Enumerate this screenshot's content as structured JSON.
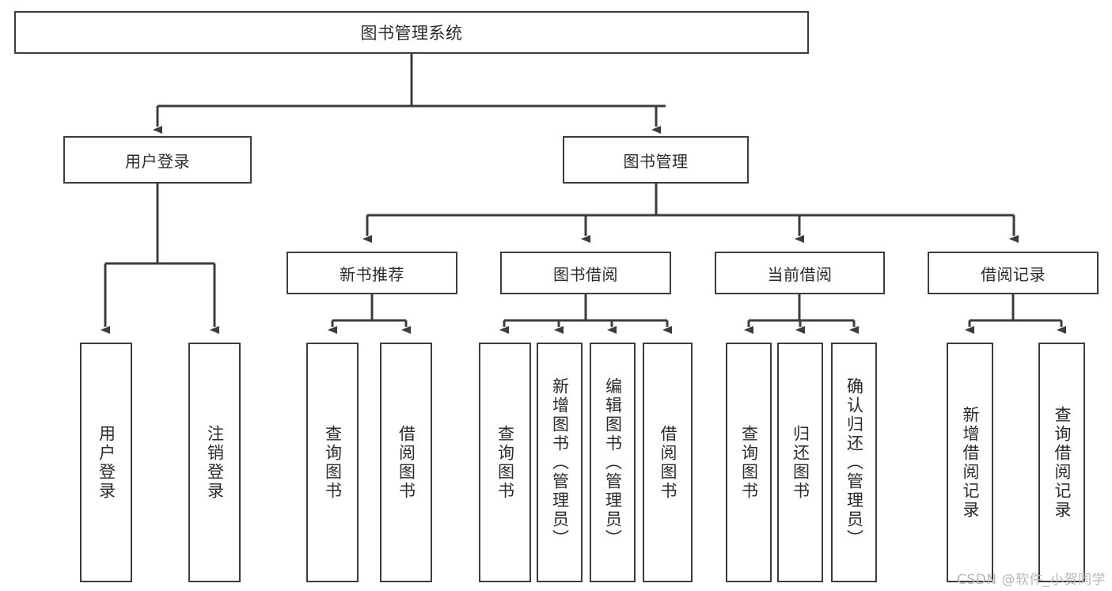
{
  "diagram": {
    "title": "图书管理系统",
    "watermark": "CSDN @软件_小贺同学",
    "accent_color": "#3c3c3c",
    "background_color": "#ffffff",
    "text_color": "#2b2b2b"
  },
  "nodes": {
    "root": {
      "label": "图书管理系统"
    },
    "level1": [
      {
        "id": "user-login",
        "label": "用户登录"
      },
      {
        "id": "book-manage",
        "label": "图书管理"
      }
    ],
    "level2": [
      {
        "id": "new-book-recommend",
        "label": "新书推荐"
      },
      {
        "id": "book-borrow",
        "label": "图书借阅"
      },
      {
        "id": "current-borrow",
        "label": "当前借阅"
      },
      {
        "id": "borrow-record",
        "label": "借阅记录"
      }
    ],
    "leaves": {
      "user_login": [
        {
          "id": "leaf-user-login",
          "label": "用户登录"
        },
        {
          "id": "leaf-user-logout",
          "label": "注销登录"
        }
      ],
      "new_book_recommend": [
        {
          "id": "leaf-query-book-1",
          "label": "查询图书"
        },
        {
          "id": "leaf-borrow-book-1",
          "label": "借阅图书"
        }
      ],
      "book_borrow": [
        {
          "id": "leaf-query-book-2",
          "label": "查询图书"
        },
        {
          "id": "leaf-add-book",
          "label": "新增图书（管理员）"
        },
        {
          "id": "leaf-edit-book",
          "label": "编辑图书（管理员）"
        },
        {
          "id": "leaf-borrow-book-2",
          "label": "借阅图书"
        }
      ],
      "current_borrow": [
        {
          "id": "leaf-query-book-3",
          "label": "查询图书"
        },
        {
          "id": "leaf-return-book",
          "label": "归还图书"
        },
        {
          "id": "leaf-confirm-return",
          "label": "确认归还（管理员）"
        }
      ],
      "borrow_record": [
        {
          "id": "leaf-add-borrow-record",
          "label": "新增借阅记录"
        },
        {
          "id": "leaf-query-borrow-record",
          "label": "查询借阅记录"
        }
      ]
    }
  }
}
